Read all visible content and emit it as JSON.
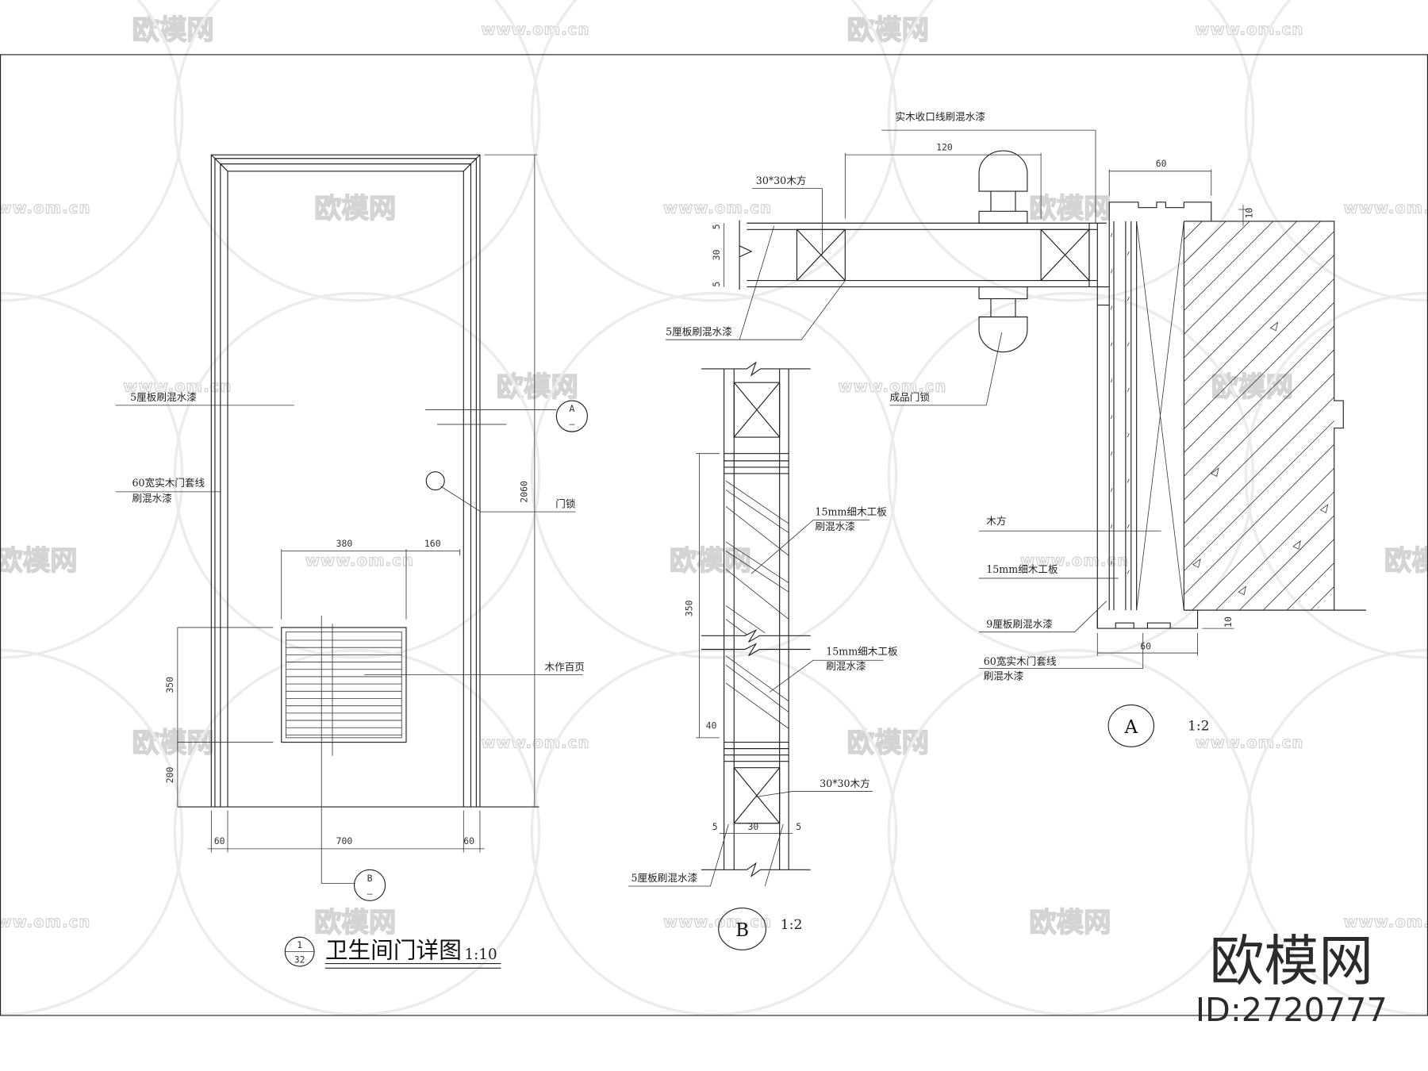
{
  "elevation": {
    "title": "卫生间门详图",
    "scale": "1:10",
    "index_number": "1",
    "index_sheet": "32",
    "dims": {
      "height": "2060",
      "louver_width": "380",
      "louver_offset": "160",
      "louver_height": "350",
      "louver_bottom": "200",
      "frame_left": "60",
      "door_width": "700",
      "frame_right": "60"
    },
    "labels": {
      "panel": "5厘板刷混水漆",
      "casing_1": "60宽实木门套线",
      "casing_2": "刷混水漆",
      "lock": "门锁",
      "louver": "木作百页"
    },
    "section_a": {
      "letter": "A",
      "sheet": "—"
    },
    "section_b": {
      "letter": "B",
      "sheet": "—"
    }
  },
  "detail_b": {
    "letter": "B",
    "scale": "1:2",
    "dims": {
      "total": "350",
      "band": "40",
      "left": "5",
      "core": "30",
      "right": "5"
    },
    "labels": {
      "board1_1": "15mm细木工板",
      "board1_2": "刷混水漆",
      "board2_1": "15mm细木工板",
      "board2_2": "刷混水漆",
      "batten": "30*30木方",
      "ply": "5厘板刷混水漆"
    }
  },
  "detail_a": {
    "letter": "A",
    "scale": "1:2",
    "dims": {
      "leaf": "120",
      "top_casing": "60",
      "bottom_casing": "60",
      "top_gap": "10",
      "bottom_gap": "10",
      "ply_top": "5",
      "core": "30",
      "ply_bottom": "5"
    },
    "labels": {
      "trim": "实木收口线刷混水漆",
      "batten": "30*30木方",
      "ply": "5厘板刷混水漆",
      "lockset": "成品门锁",
      "wood": "木方",
      "board": "15mm细木工板",
      "ply9": "9厘板刷混水漆",
      "casing_1": "60宽实木门套线",
      "casing_2": "刷混水漆"
    }
  },
  "watermark": {
    "logo": "欧模网",
    "url": "www.om.cn",
    "brand": "欧模网",
    "id": "ID:2720777"
  }
}
